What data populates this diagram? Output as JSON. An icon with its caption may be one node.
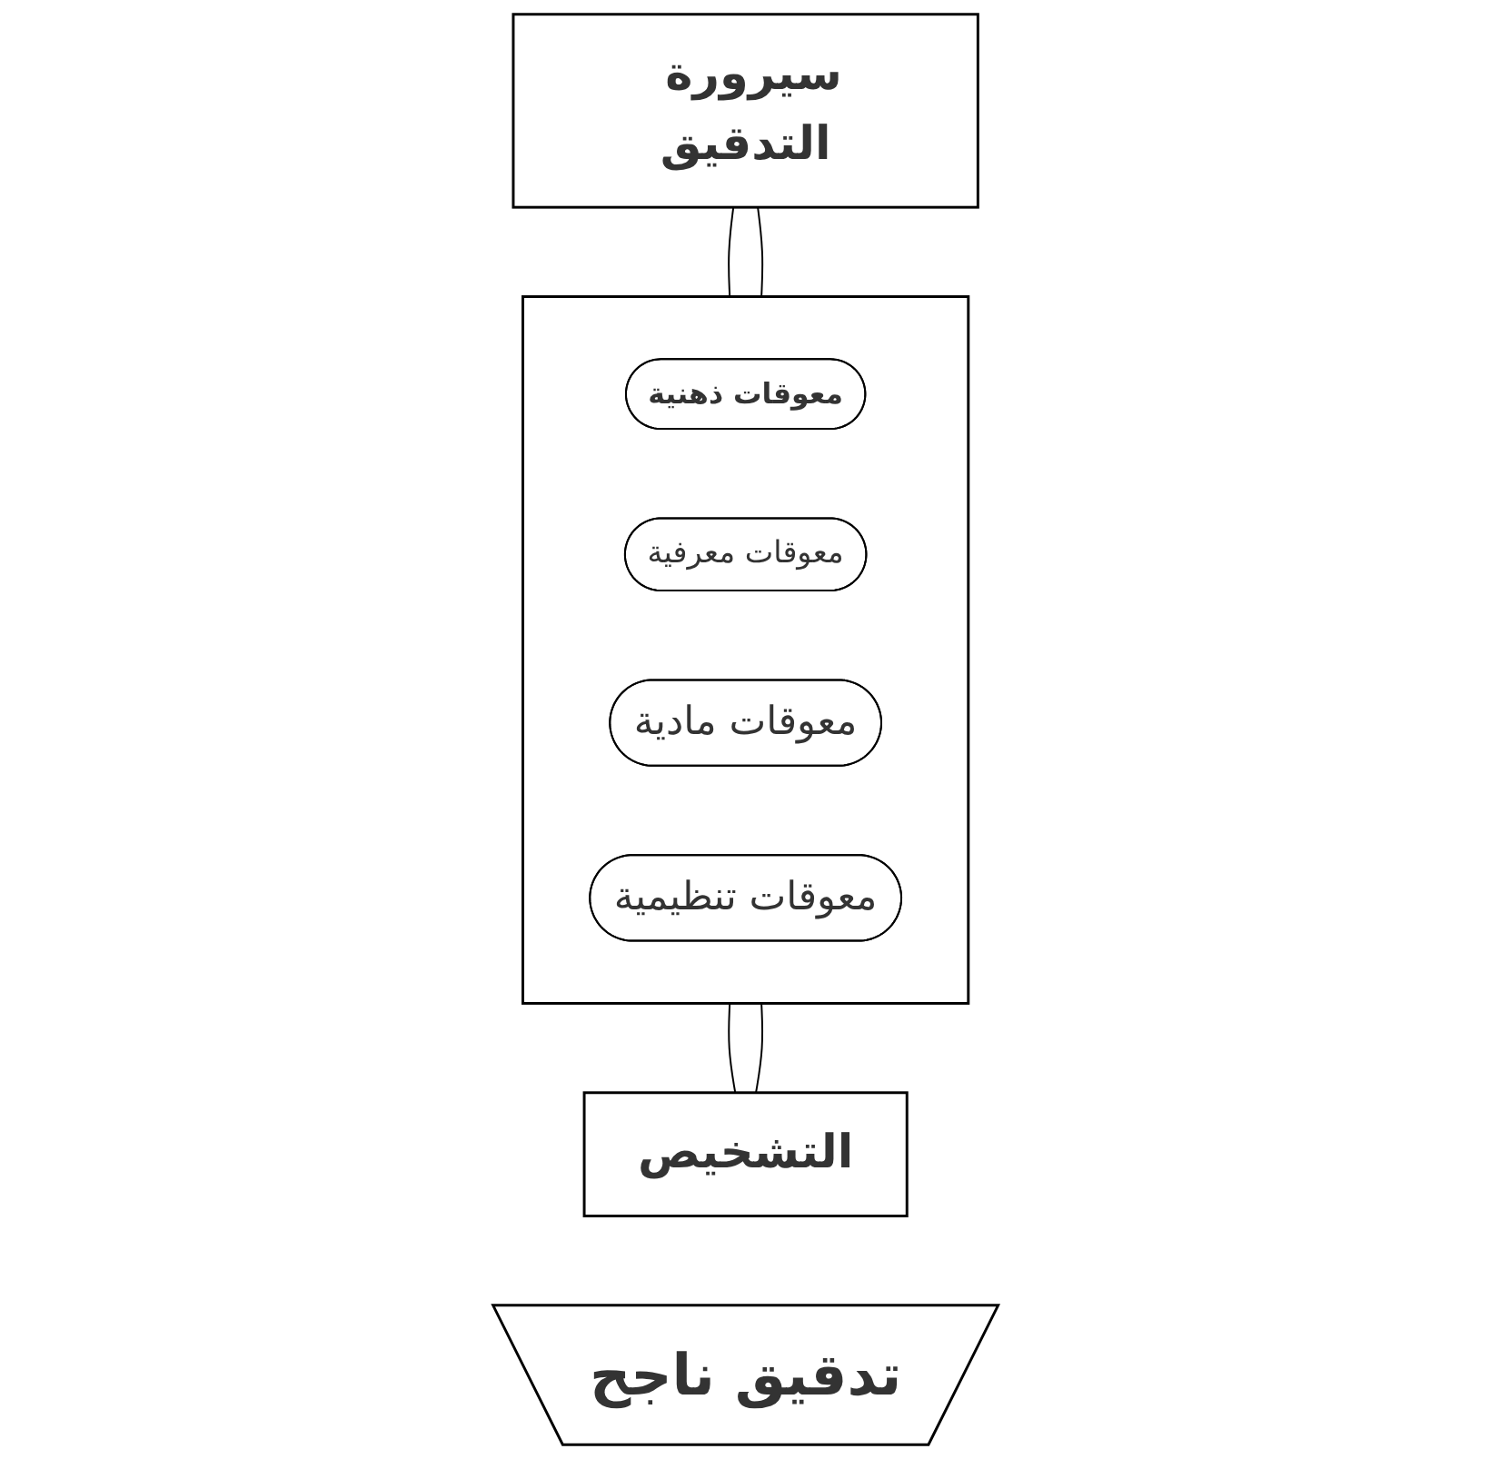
{
  "diagram": {
    "nodes": [
      {
        "text": [
          "سيرورة التدقيق"
        ]
      },
      {
        "text": [],
        "shape": "box"
      },
      {
        "text": [
          "معوقات ذهنية"
        ],
        "in": 1
      },
      {
        "text": [
          "معوقات معرفية"
        ],
        "in": 1
      },
      {
        "text": [
          "معوقات مادية"
        ],
        "in": 1
      },
      {
        "text": [
          "معوقات تنظيمية"
        ],
        "in": 1
      },
      {
        "text": [
          "التشخيص"
        ]
      },
      {
        "text": [
          "تدقيق ناجح"
        ]
      }
    ],
    "edges": [
      {
        "from": 0,
        "to": 1,
        "arrow": "none"
      },
      {
        "from": 0,
        "to": 1,
        "arrow": "none"
      },
      {
        "from": 1,
        "to": 6,
        "arrow": "none"
      },
      {
        "from": 1,
        "to": 6,
        "arrow": "none"
      }
    ]
  }
}
